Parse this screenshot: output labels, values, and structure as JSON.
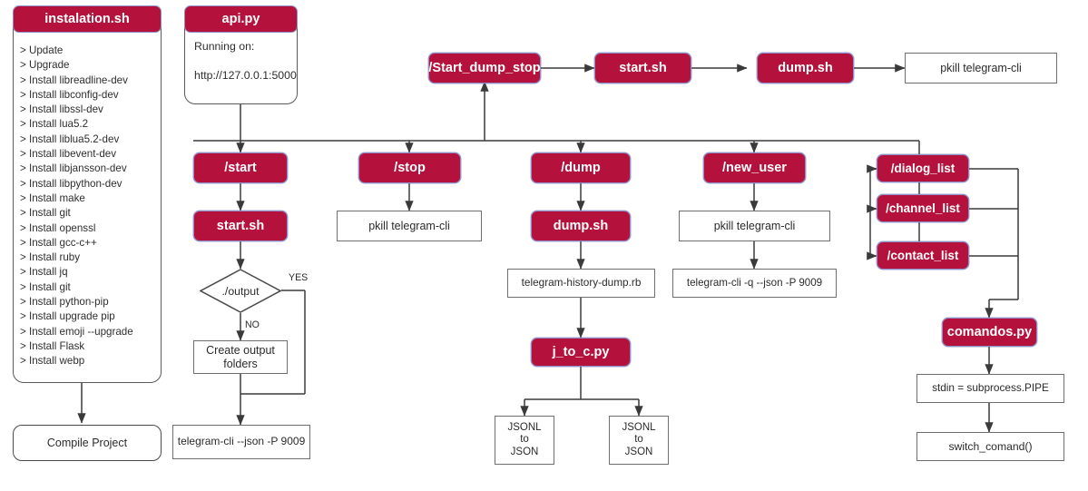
{
  "diagram": {
    "title": "Telegram CLI API flowchart",
    "colors": {
      "accent": "#B4123C",
      "node_text": "#FFFFFF",
      "box_text": "#2B2B2B",
      "wire": "#3A3A3A"
    }
  },
  "install_panel": {
    "header": "instalation.sh",
    "items": [
      "> Update",
      "> Upgrade",
      "> Install libreadline-dev",
      "> Install libconfig-dev",
      "> Install libssl-dev",
      "> Install lua5.2",
      "> Install liblua5.2-dev",
      "> Install libevent-dev",
      "> Install libjansson-dev",
      "> Install libpython-dev",
      "> Install make",
      "> Install  git",
      "> Install openssl",
      "> Install gcc-c++",
      "> Install ruby",
      "> Install jq",
      "> Install git",
      "> Install python-pip",
      "> Install upgrade pip",
      "> Install emoji --upgrade",
      "> Install Flask",
      "> Install webp"
    ],
    "result": "Compile Project"
  },
  "api_panel": {
    "header": "api.py",
    "line1": "Running on:",
    "line2": "http://127.0.0.1:5000"
  },
  "top_row": {
    "route": "/Start_dump_stop",
    "start_script": "start.sh",
    "dump_script": "dump.sh",
    "result": "pkill telegram-cli"
  },
  "routes": {
    "start": {
      "label": "/start",
      "script": "start.sh",
      "decision": "./output",
      "yes_label": "YES",
      "no_label": "NO",
      "create": "Create output\nfolders",
      "create_line1": "Create output",
      "create_line2": "folders",
      "result": "telegram-cli --json -P 9009"
    },
    "stop": {
      "label": "/stop",
      "result": "pkill telegram-cli"
    },
    "dump": {
      "label": "/dump",
      "script": "dump.sh",
      "ruby": "telegram-history-dump.rb",
      "converter": "j_to_c.py",
      "out_left_line1": "JSONL",
      "out_left_line2": "to",
      "out_left_line3": "JSON",
      "out_right_line1": "JSONL",
      "out_right_line2": "to",
      "out_right_line3": "JSON"
    },
    "new_user": {
      "label": "/new_user",
      "kill": "pkill telegram-cli",
      "result": "telegram-cli -q --json -P 9009"
    },
    "lists": {
      "dialog": "/dialog_list",
      "channel": "/channel_list",
      "contact": "/contact_list",
      "handler": "comandos.py",
      "pipe": "stdin = subprocess.PIPE",
      "switch": "switch_comand()"
    }
  }
}
